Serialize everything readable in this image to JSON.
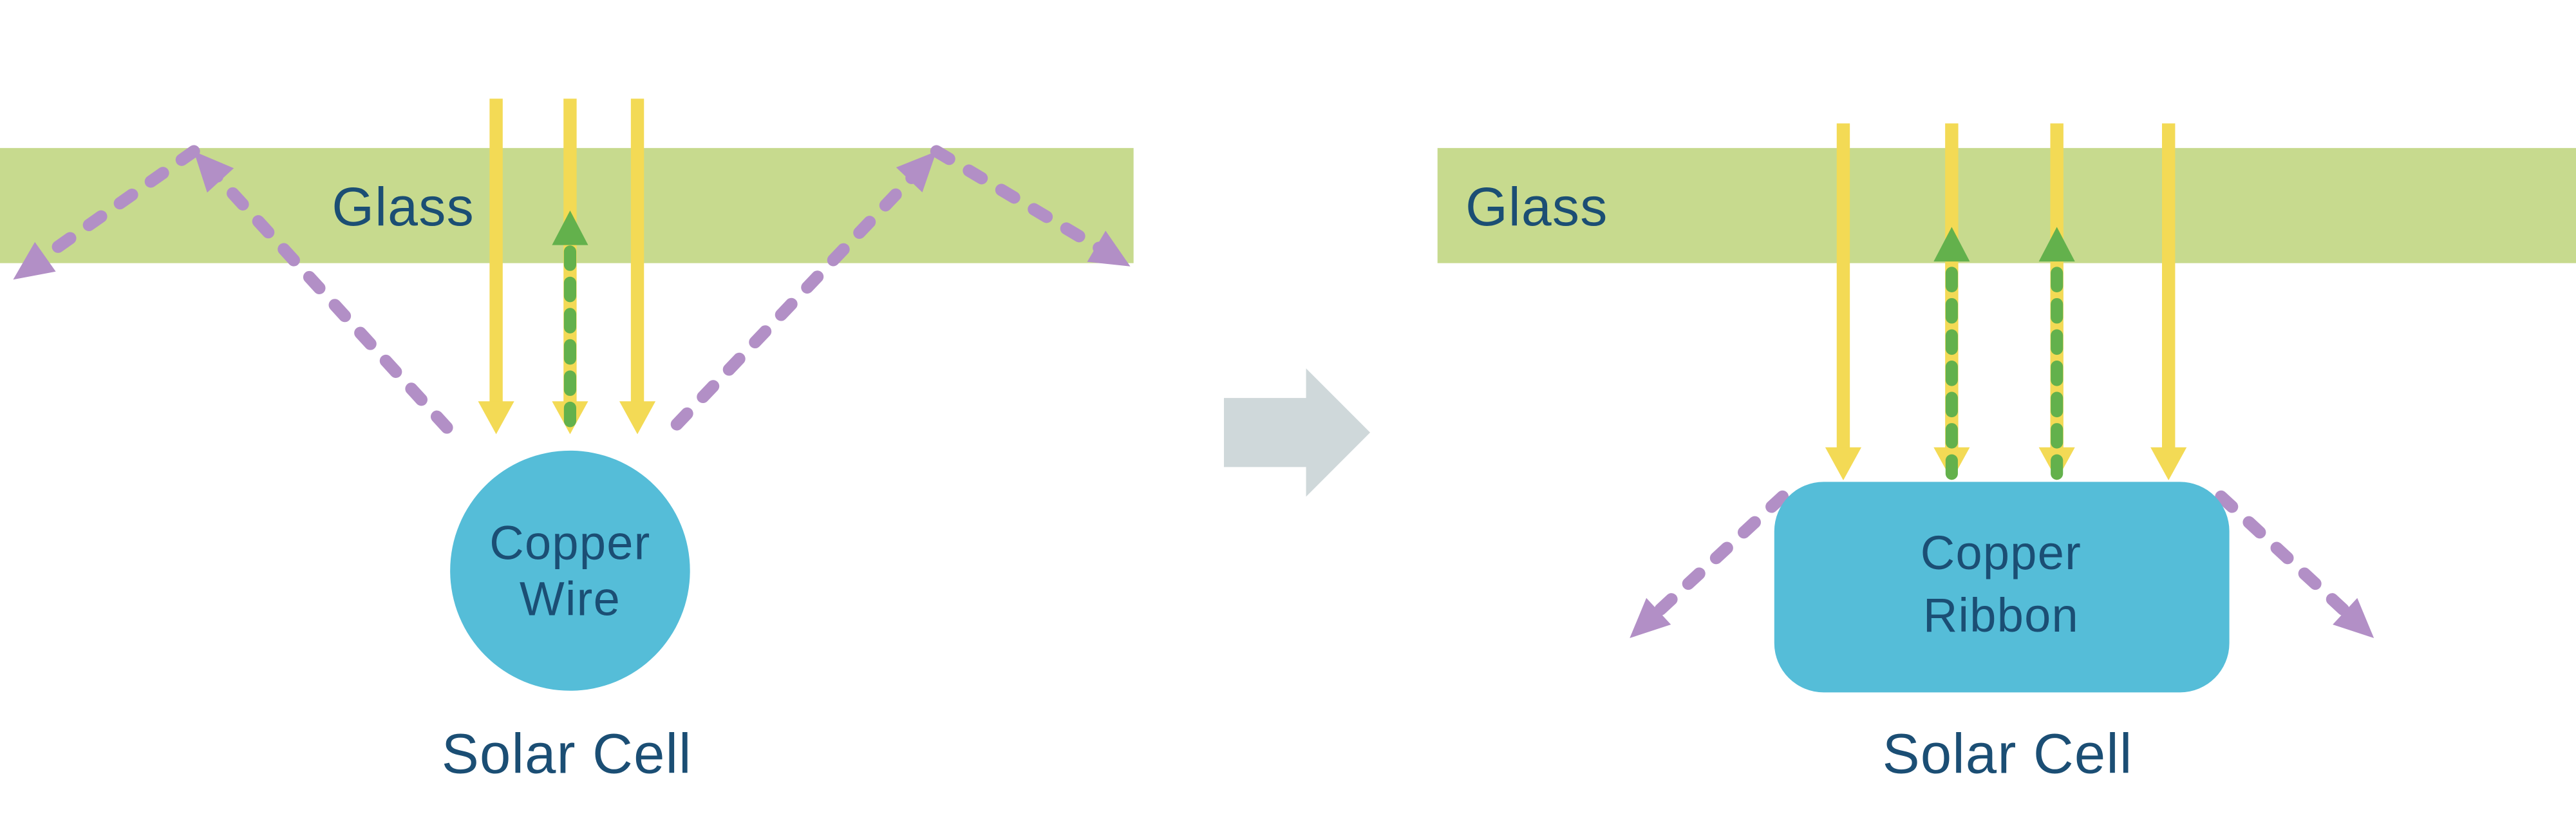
{
  "before": {
    "glass_label": "Glass",
    "conductor": {
      "line1": "Copper",
      "line2": "Wire"
    },
    "cell_label": "Solar Cell"
  },
  "after": {
    "glass_label": "Glass",
    "conductor": {
      "line1": "Copper",
      "line2": "Ribbon"
    },
    "cell_label": "Solar Cell"
  },
  "icons": {
    "sunlight_arrow": "solid-down-arrow",
    "reflected_light_arrow": "dashed-up-arrow",
    "scattered_light_arrow": "dashed-diagonal-arrow",
    "transform_arrow": "right-block-arrow"
  },
  "colors": {
    "glass": "#c7da8e",
    "sunlight_yellow": "#f3da55",
    "reflected_green": "#63b14c",
    "scattered_purple": "#b28fc6",
    "copper_blue": "#55bdd8",
    "text_navy": "#1b4e74",
    "transform_gray": "#cfd8da"
  }
}
